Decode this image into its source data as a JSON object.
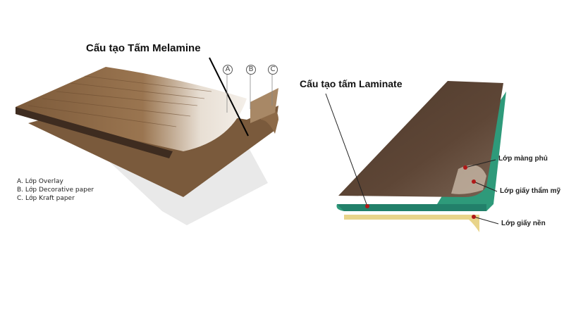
{
  "melamine": {
    "title": "Cấu tạo  Tấm Melamine",
    "markers": [
      "A",
      "B",
      "C"
    ],
    "legend": [
      "A. Lớp Overlay",
      "B. Lớp Decorative paper",
      "C. Lớp Kraft paper"
    ]
  },
  "laminate": {
    "title": "Cấu tạo tấm Laminate",
    "labels": [
      "Lớp màng phủ",
      "Lớp giấy thẩm mỹ",
      "Lớp giấy nền"
    ]
  },
  "colors": {
    "wood_light": "#8a6a45",
    "wood_dark": "#5a4232",
    "kraft": "#7a5a3c",
    "core_green": "#2e9a7a",
    "base_yellow": "#e8d48a",
    "marker_red": "#b01818"
  }
}
